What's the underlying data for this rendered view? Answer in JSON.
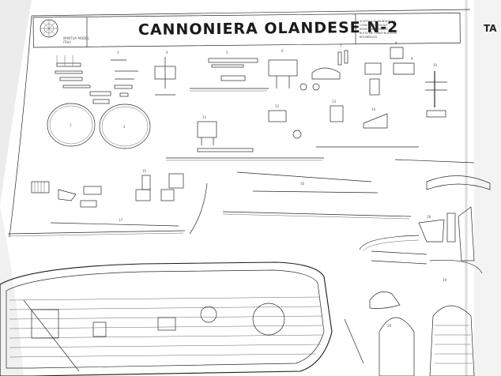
{
  "sheet": {
    "title": "CANNONIERA OLANDESE N-2",
    "edge_text": "TA",
    "publisher_lines": [
      "MANTUA MODEL",
      "ITALY"
    ],
    "info_lines": [
      "SCATOLA DI MONTAGGIO",
      "CONSTRUCTION KIT",
      "KONSTRUKTIONSKIT",
      "BOITE DE CONSTRUCTION",
      "BOUWDOOS"
    ],
    "part_labels": [
      "1",
      "2",
      "3",
      "4",
      "5",
      "6",
      "7",
      "8",
      "9",
      "10",
      "11",
      "12",
      "13",
      "14",
      "15",
      "16",
      "17",
      "18",
      "19",
      "20"
    ]
  },
  "colors": {
    "paper": "#ffffff",
    "ink": "#1a1a1a",
    "fold-shadow": "#e9e9e9"
  }
}
